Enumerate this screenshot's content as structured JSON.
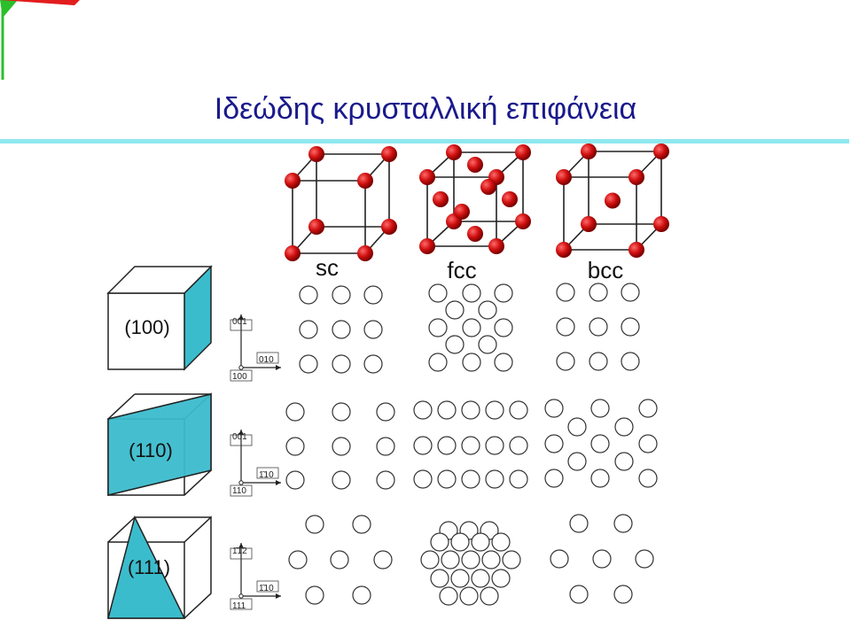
{
  "title": "Ιδεώδης κρυσταλλική επιφάνεια",
  "columns": [
    "sc",
    "fcc",
    "bcc"
  ],
  "rows": [
    {
      "plane": "(100)",
      "axis_up": "001",
      "axis_right": "010",
      "axis_origin": "100"
    },
    {
      "plane": "(110)",
      "axis_up": "001",
      "axis_right": "1̄10",
      "axis_origin": "110"
    },
    {
      "plane": "(111)",
      "axis_up": "1̄1̄2",
      "axis_right": "1̄10",
      "axis_origin": "111"
    }
  ],
  "colors": {
    "atom": "#d01010",
    "plane": "#3bbccc",
    "title": "#1a1a8c",
    "rule": "#8ee8ee"
  }
}
